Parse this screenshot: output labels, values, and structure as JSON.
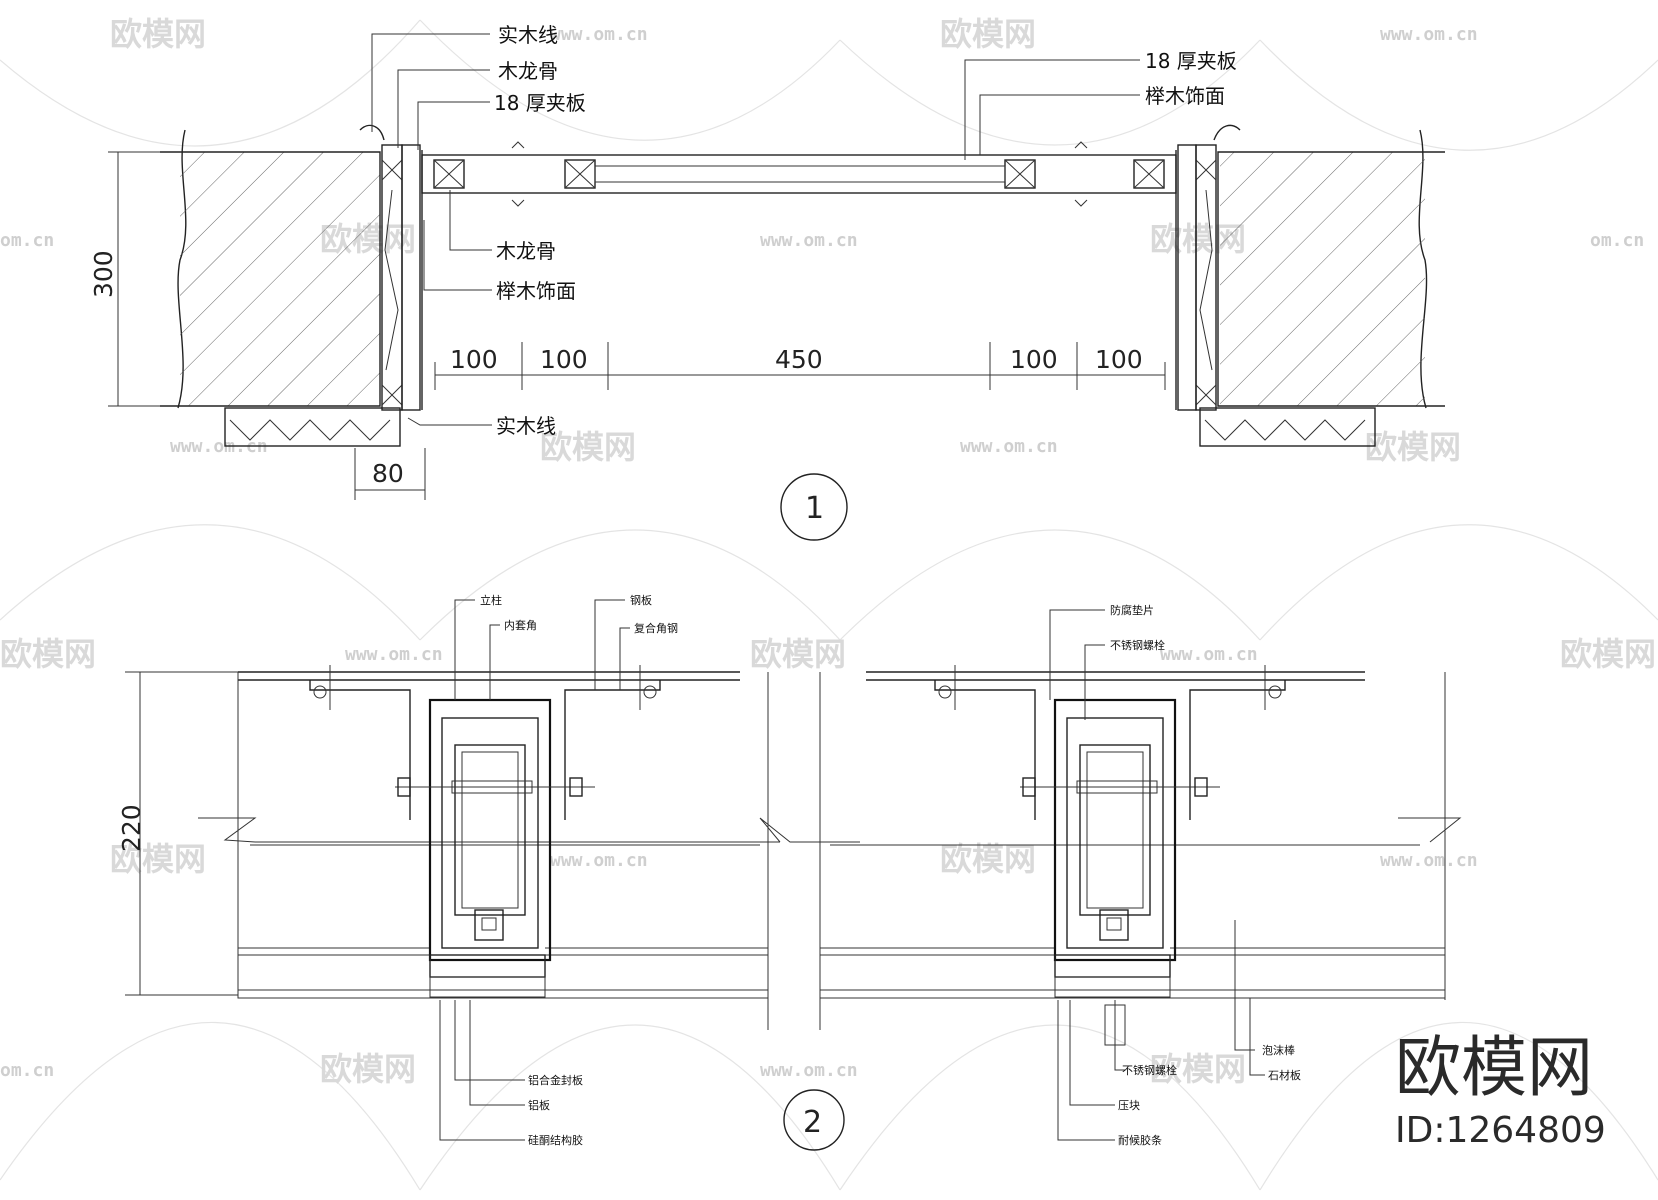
{
  "watermark": {
    "brand_text": "欧模网",
    "url_text": "www.om.cn",
    "url_fragment": "om.cn"
  },
  "detail_1": {
    "number": "1",
    "labels": {
      "shimuxian_top": "实木线",
      "mulonggu_top": "木龙骨",
      "jiaban_left": "18 厚夹板",
      "jiaban_right": "18 厚夹板",
      "jumu_right": "榉木饰面",
      "mulonggu_mid": "木龙骨",
      "jumu_mid": "榉木饰面",
      "shimuxian_bottom": "实木线"
    },
    "dimensions": {
      "height": "300",
      "seg_1": "100",
      "seg_2": "100",
      "seg_3": "450",
      "seg_4": "100",
      "seg_5": "100",
      "bottom": "80"
    }
  },
  "detail_2": {
    "number": "2",
    "height_dim": "220",
    "labels_top_left": [
      "立柱",
      "内套角"
    ],
    "labels_top_right_left": [
      "钢板",
      "复合角钢"
    ],
    "labels_top_right": [
      "防腐垫片",
      "不锈钢螺栓"
    ],
    "labels_bottom_left": [
      "铝合金封板",
      "铝板",
      "硅酮结构胶"
    ],
    "labels_bottom_right": [
      "不锈钢螺栓",
      "压块",
      "耐候胶条"
    ],
    "labels_bottom_far": [
      "泡沫棒",
      "石材板"
    ]
  },
  "brand_mark": {
    "name": "欧模网",
    "id_text": "ID:1264809"
  }
}
